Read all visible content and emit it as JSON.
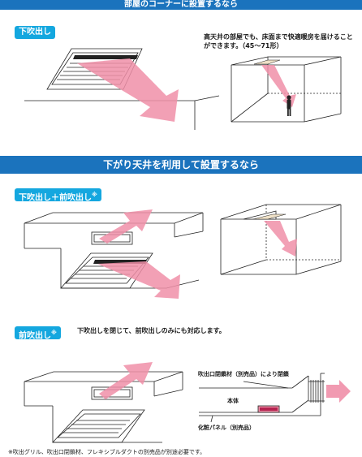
{
  "section1": {
    "banner": "部屋のコーナーに設置するなら",
    "tag": "下吹出し",
    "description": "高天井の部屋でも、床面まで快適暖房を届けることができます。（45〜71形）"
  },
  "section2": {
    "banner": "下がり天井を利用して設置するなら",
    "tag1": "下吹出し＋前吹出し",
    "tag1_mark": "※",
    "tag2": "前吹出し",
    "tag2_mark": "※",
    "tag2_description": "下吹出しを閉じて、前吹出しのみにも対応します。"
  },
  "diagram_labels": {
    "closure": "吹出口閉鎖材（別売品）により閉鎖",
    "body": "本体",
    "panel": "化粧パネル（別売品）"
  },
  "footnote": "※吹出グリル、吹出口閉鎖材、フレキシブルダクトの別売品が別途必要です。",
  "colors": {
    "banner": "#1b73bd",
    "tag": "#14a7df",
    "airflow": "#f08fa8"
  }
}
